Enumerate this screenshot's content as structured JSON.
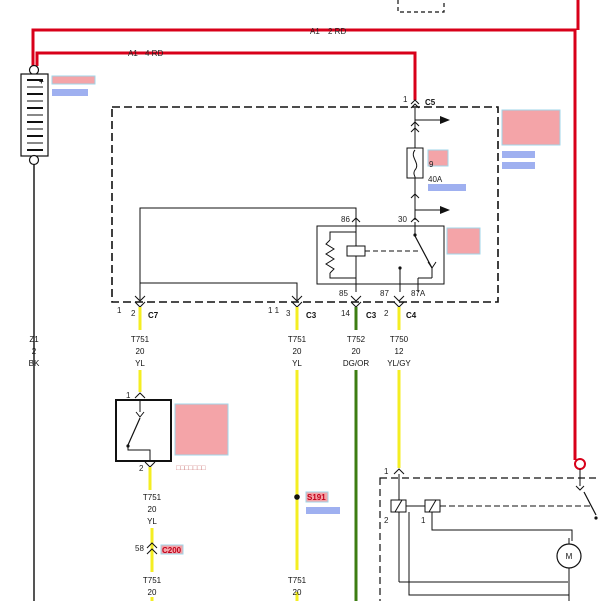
{
  "wires": {
    "top_red": {
      "circuit": "A1",
      "size_color": "2 RD"
    },
    "inner_red": {
      "circuit": "A1",
      "size_color": "4 RD"
    },
    "ground_bk": {
      "circuit": "Z1",
      "size": "2",
      "color": "BK"
    },
    "t751_sw": {
      "circuit": "T751",
      "size": "20",
      "color": "YL"
    },
    "t751_mid": {
      "circuit": "T751",
      "size": "20",
      "color": "YL"
    },
    "t752": {
      "circuit": "T752",
      "size": "20",
      "color": "DG/OR"
    },
    "t750": {
      "circuit": "T750",
      "size": "12",
      "color": "YL/GY"
    },
    "t751_low": {
      "circuit": "T751",
      "size": "20",
      "color": "YL"
    },
    "t751_bottom": {
      "circuit": "T751",
      "size": "20"
    },
    "t751_s191": {
      "circuit": "T751",
      "size": "20"
    }
  },
  "connectors": {
    "c5": {
      "name": "C5",
      "pin": "1"
    },
    "c7": {
      "name": "C7",
      "pin": "2",
      "pin_left": "1"
    },
    "c3_left": {
      "name": "C3",
      "pin": "3",
      "pin_left": "1 1"
    },
    "c3_right": {
      "name": "C3",
      "pin": "14"
    },
    "c4": {
      "name": "C4",
      "pin": "2"
    },
    "c200": {
      "name": "C200",
      "pin": "58"
    }
  },
  "fuse": {
    "number": "9",
    "rating": "40A"
  },
  "relay": {
    "pin86": "86",
    "pin30": "30",
    "pin85": "85",
    "pin87": "87",
    "pin87a": "87A"
  },
  "switch": {
    "pin_top": "1",
    "pin_bottom": "2"
  },
  "splice": {
    "name": "S191"
  },
  "motor": {
    "pin1": "1",
    "pin2": "2",
    "pin_r": "1",
    "label": "M"
  },
  "battery": {
    "plus": "+"
  },
  "colors": {
    "red": "#d8001a",
    "yellow": "#f4ee22",
    "green": "#3c7d12",
    "gray": "#666666",
    "label_pink": "#f4a4a8",
    "label_blue": "#9fb0f0"
  }
}
